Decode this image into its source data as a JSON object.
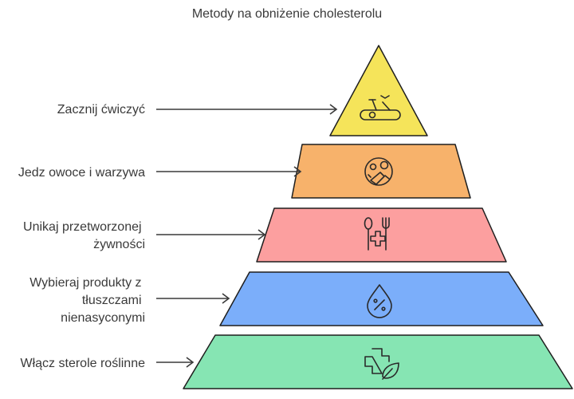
{
  "title": "Metody na obniżenie cholesterolu",
  "levels": [
    {
      "label_lines": [
        "Zacznij  ćwiczyć"
      ],
      "color": "#f5e45a",
      "icon": "exercise-bike-icon"
    },
    {
      "label_lines": [
        "Jedz owoce i warzywa"
      ],
      "color": "#f7b26b",
      "icon": "fruits-vegetables-icon"
    },
    {
      "label_lines": [
        "Unikaj przetworzonej",
        "żywności"
      ],
      "color": "#fc9f9f",
      "icon": "fork-spoon-cross-icon"
    },
    {
      "label_lines": [
        "Wybieraj produkty z",
        "tłuszczami",
        "nienasyconymi"
      ],
      "color": "#7baefa",
      "icon": "oil-drop-percent-icon"
    },
    {
      "label_lines": [
        "Włącz sterole roślinne"
      ],
      "color": "#86e5b3",
      "icon": "health-cross-leaf-icon"
    }
  ]
}
